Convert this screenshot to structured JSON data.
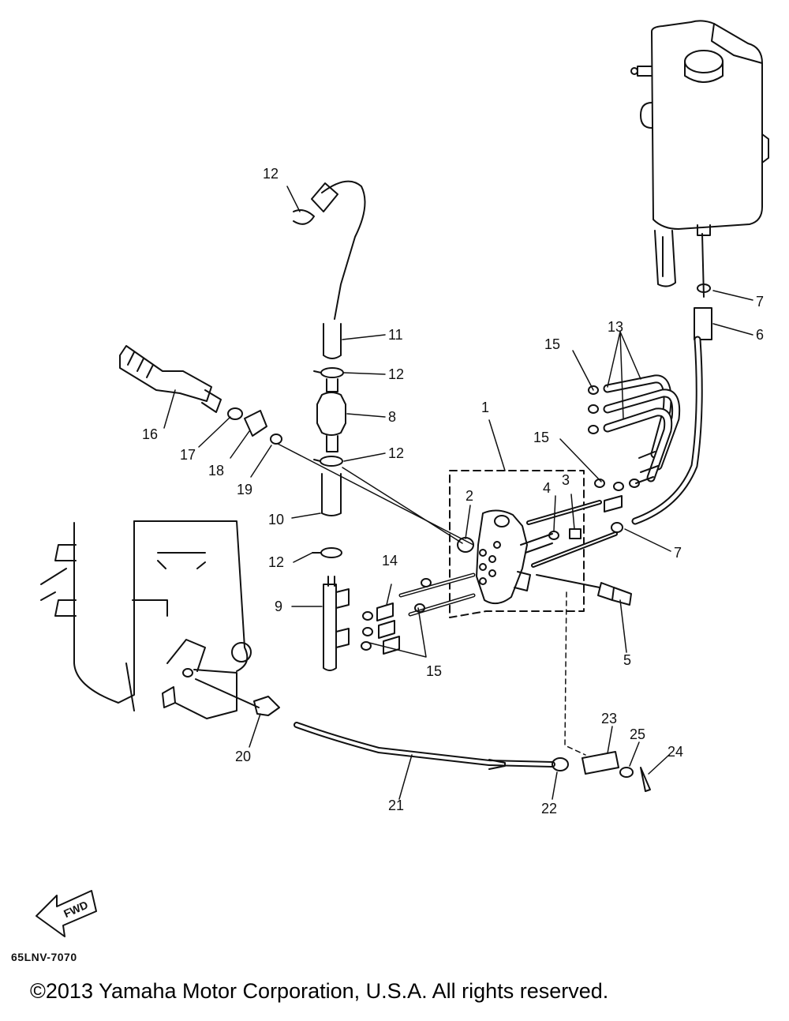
{
  "diagram": {
    "callouts": {
      "c1": "1",
      "c2": "2",
      "c3": "3",
      "c4": "4",
      "c5": "5",
      "c6": "6",
      "c7a": "7",
      "c7b": "7",
      "c8": "8",
      "c9": "9",
      "c10": "10",
      "c11": "11",
      "c12a": "12",
      "c12b": "12",
      "c12c": "12",
      "c12d": "12",
      "c13": "13",
      "c14": "14",
      "c15a": "15",
      "c15b": "15",
      "c15c": "15",
      "c16": "16",
      "c17": "17",
      "c18": "18",
      "c19": "19",
      "c20": "20",
      "c21": "21",
      "c22": "22",
      "c23": "23",
      "c24": "24",
      "c25": "25"
    },
    "fwd_label": "FWD",
    "diagram_code": "65LNV-7070"
  },
  "footer": {
    "copyright": "©2013 Yamaha Motor Corporation, U.S.A. All rights reserved."
  },
  "colors": {
    "ink": "#111111",
    "background": "#ffffff"
  }
}
